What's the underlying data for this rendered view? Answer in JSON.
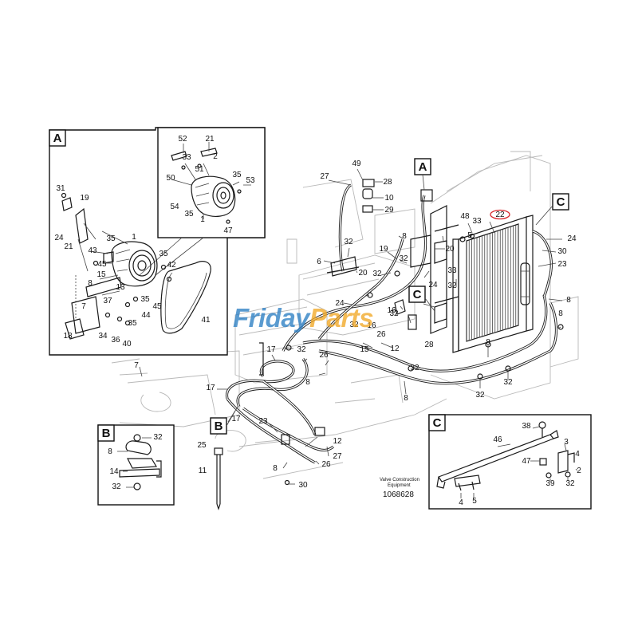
{
  "detail_tags": [
    "A",
    "B",
    "C"
  ],
  "callouts": [
    "1",
    "2",
    "3",
    "4",
    "5",
    "6",
    "7",
    "8",
    "10",
    "11",
    "12",
    "13",
    "14",
    "15",
    "16",
    "17",
    "18",
    "19",
    "20",
    "21",
    "22",
    "23",
    "24",
    "25",
    "26",
    "27",
    "28",
    "29",
    "30",
    "31",
    "32",
    "33",
    "34",
    "35",
    "36",
    "37",
    "38",
    "39",
    "40",
    "41",
    "42",
    "43",
    "44",
    "45",
    "46",
    "47",
    "48",
    "49",
    "50",
    "51",
    "52",
    "53",
    "54"
  ],
  "watermark": {
    "part1": "Friday",
    "part2": "Parts"
  },
  "footer": {
    "line1": "Valve Construction",
    "line2": "Equipment",
    "drawing_number": "1068628"
  },
  "colors": {
    "line": "#1a1a1a",
    "ghost": "#b9b9b9",
    "highlight": "#d9252a",
    "watermark_blue": "#2d7fc4",
    "watermark_orange": "#f2a826"
  }
}
